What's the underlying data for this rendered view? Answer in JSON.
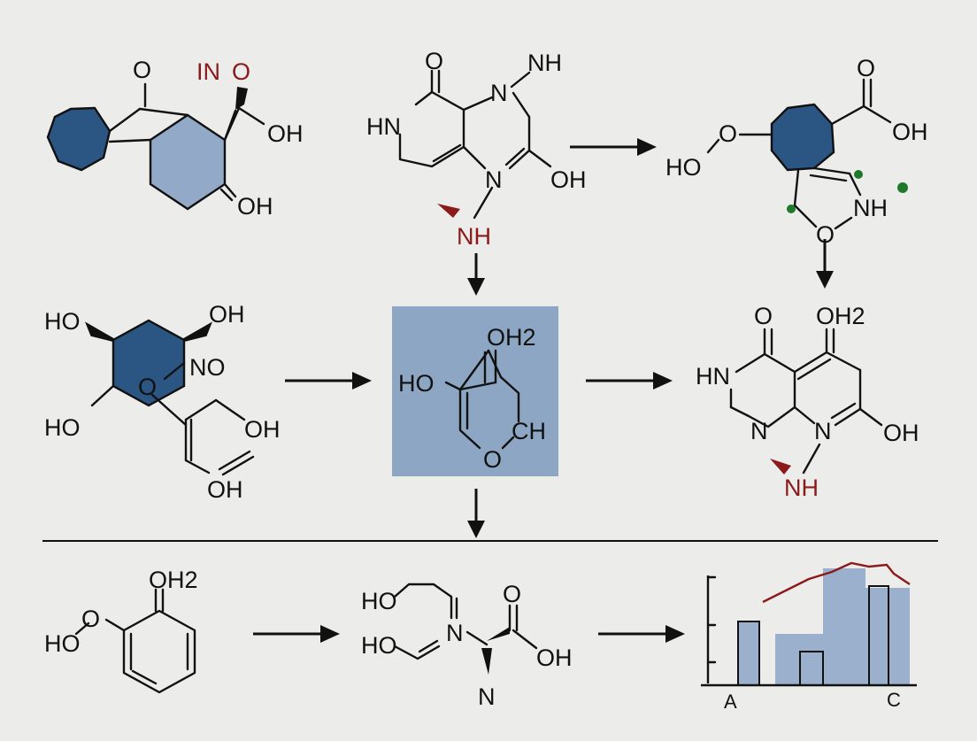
{
  "colors": {
    "background": "#ececea",
    "dark_blue": "#2b5683",
    "light_blue": "#92aac7",
    "box_blue": "#8da6c3",
    "bar_blue": "#9ab0cc",
    "dark_red": "#8b1a1a",
    "green": "#1e7a2a",
    "ink": "#111111"
  },
  "molecule_1": {
    "label_o_top": "O",
    "label_ino": "IN",
    "label_ino_o": "O",
    "label_oh_right": "OH",
    "label_oh_bottom": "OH"
  },
  "molecule_2": {
    "label_o_top": "O",
    "label_nh_top": "NH",
    "label_hn_left": "HN",
    "label_n_ring_top": "N",
    "label_n_ring_bottom": "N",
    "label_oh": "OH",
    "label_nh_red": "NH"
  },
  "molecule_3": {
    "label_o_top": "O",
    "label_oh_right": "OH",
    "label_ho_left": "HO",
    "label_o_left": "O",
    "label_nh_green": "NH",
    "label_o_bottom": "O"
  },
  "molecule_4": {
    "label_ho_tl": "HO",
    "label_oh_tr": "OH",
    "label_no": "NO",
    "label_o_center": "O",
    "label_ho_bl": "HO",
    "label_oh_r": "OH",
    "label_oh_b": "OH"
  },
  "molecule_5": {
    "label_oh2": "OH",
    "label_oh2_sub": "2",
    "label_ho": "HO",
    "label_ch": "CH",
    "label_o": "O"
  },
  "molecule_6": {
    "label_o_left": "O",
    "label_oh2": "OH",
    "label_oh2_sub": "2",
    "label_hn": "HN",
    "label_n_bl": "N",
    "label_n_br": "N",
    "label_oh": "OH",
    "label_nh_red": "NH"
  },
  "molecule_7": {
    "label_oh2": "OH",
    "label_oh2_sub": "2",
    "label_ho": "HO",
    "label_o": "O"
  },
  "molecule_8": {
    "label_ho_top": "HO",
    "label_ho_bottom": "HO",
    "label_n": "N",
    "label_o": "O",
    "label_oh": "OH",
    "label_n_bottom": "N"
  },
  "mini_chart": {
    "label_a": "A",
    "label_c": "C"
  }
}
